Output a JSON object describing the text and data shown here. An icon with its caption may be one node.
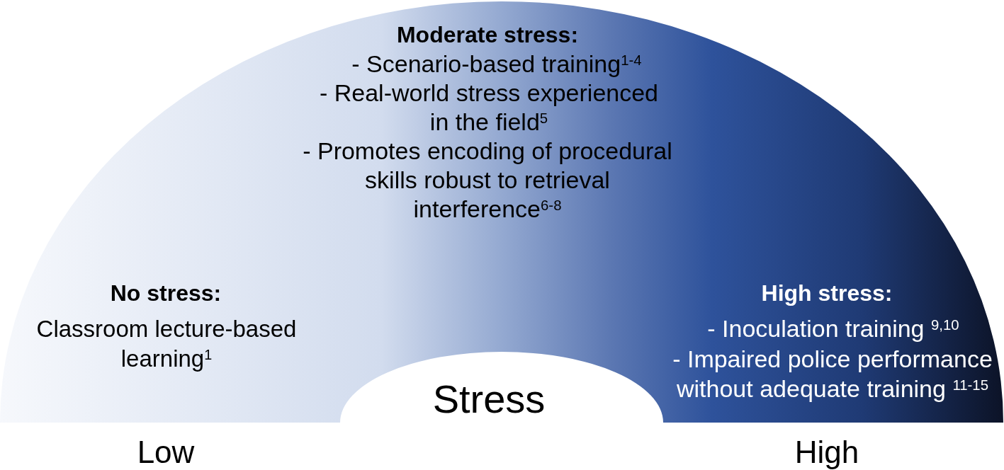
{
  "diagram": {
    "nodes": [
      {
        "text": [
          "No stress:",
          "Classroom lecture-based learning$^{1}$",
          "Moderate stress:",
          "- Scenario-based training$^{1-4}$",
          "- Real-world stress experienced in the field$^{5}$",
          "- Promotes encoding of procedural skills robust to retrieval interference$^{6-8}$",
          "High stress:",
          "- Inoculation training $^{9,10}$",
          "- Impaired police performance without adequate training $^{11-15}$"
        ]
      }
    ],
    "labels": [
      "Stress",
      "Low",
      "High"
    ]
  }
}
